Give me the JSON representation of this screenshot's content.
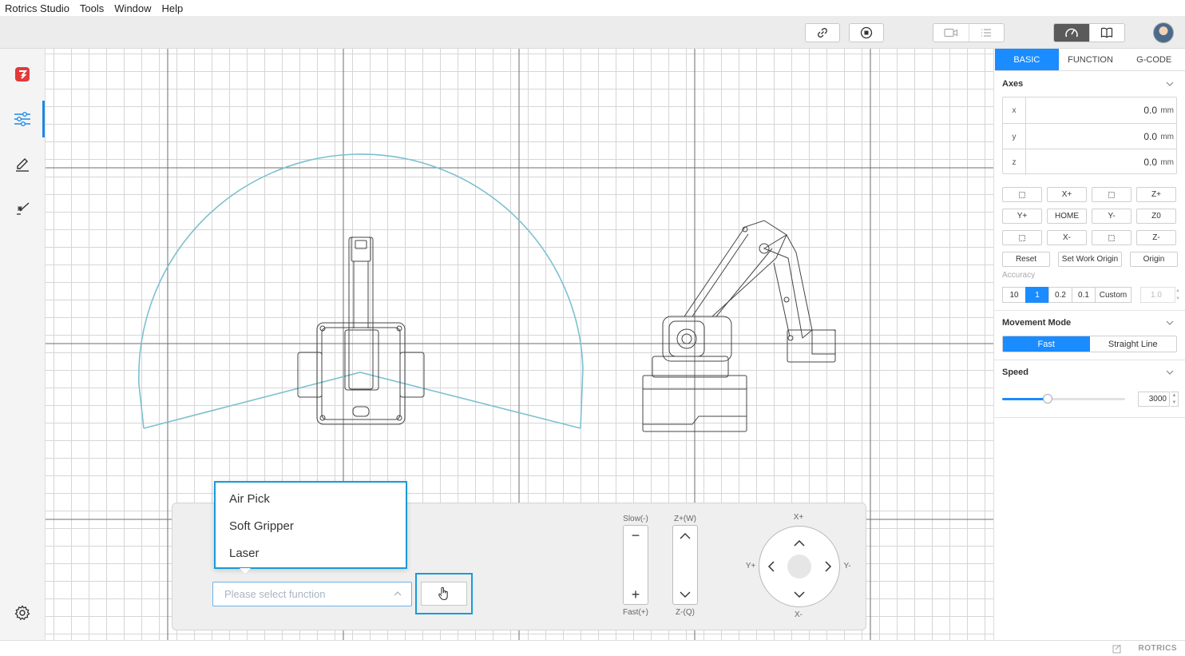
{
  "menu": [
    "Rotrics Studio",
    "Tools",
    "Window",
    "Help"
  ],
  "toolbar": {
    "icons": [
      "link-icon",
      "record-icon",
      "camera-icon",
      "list-icon",
      "speedometer-icon",
      "book-icon",
      "avatar"
    ]
  },
  "leftrail": {
    "items": [
      "logo-icon",
      "sliders-icon",
      "pen-icon",
      "laser-icon",
      "settings-icon"
    ],
    "active": "sliders-icon"
  },
  "control": {
    "dropdown_options": [
      "Air Pick",
      "Soft Gripper",
      "Laser"
    ],
    "select_placeholder": "Please select function",
    "speed_top": "Slow(-)",
    "speed_bottom": "Fast(+)",
    "z_top": "Z+(W)",
    "z_bottom": "Z-(Q)",
    "minus": "−",
    "plus": "+",
    "joy": {
      "top": "X+",
      "bottom": "X-",
      "left": "Y+",
      "right": "Y-"
    }
  },
  "rpanel": {
    "tabs": [
      {
        "label": "BASIC",
        "active": true
      },
      {
        "label": "FUNCTION"
      },
      {
        "label": "G-CODE"
      }
    ],
    "axes_title": "Axes",
    "axes": [
      {
        "name": "x",
        "value": "0.0",
        "unit": "mm"
      },
      {
        "name": "y",
        "value": "0.0",
        "unit": "mm"
      },
      {
        "name": "z",
        "value": "0.0",
        "unit": "mm"
      }
    ],
    "jog": {
      "r1": [
        "",
        "X+",
        "",
        "Z+"
      ],
      "r2": [
        "Y+",
        "HOME",
        "Y-",
        "Z0"
      ],
      "r3": [
        "",
        "X-",
        "",
        "Z-"
      ],
      "r4": [
        "Reset",
        "Set Work Origin",
        "Origin"
      ]
    },
    "accuracy_label": "Accuracy",
    "accuracy": [
      "10",
      "1",
      "0.2",
      "0.1",
      "Custom"
    ],
    "accuracy_active": "1",
    "accuracy_custom_value": "1.0",
    "movement_title": "Movement Mode",
    "movement": [
      "Fast",
      "Straight Line"
    ],
    "movement_active": "Fast",
    "speed_title": "Speed",
    "speed_value": "3000",
    "speed_fraction": 0.37
  },
  "status": {
    "brand": "ROTRICS"
  },
  "colors": {
    "accent": "#1a8cff",
    "workspace": "#7cc0d0"
  }
}
